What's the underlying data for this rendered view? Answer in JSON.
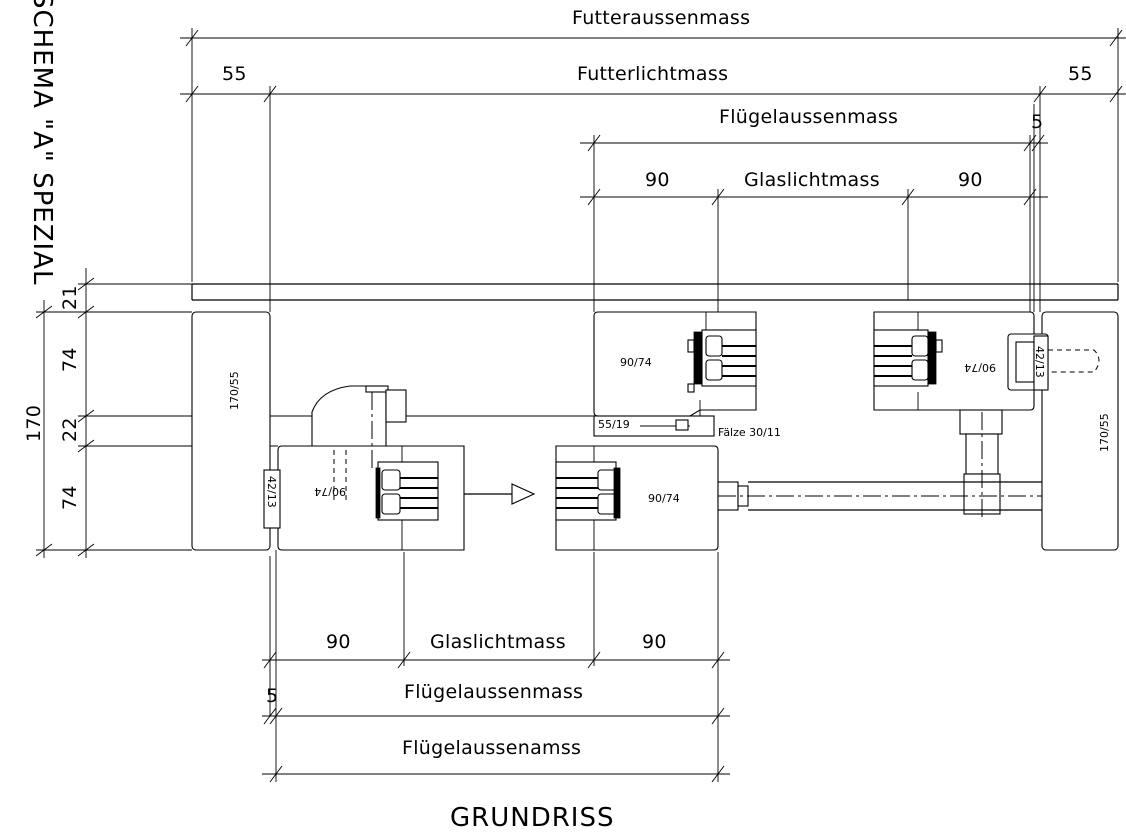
{
  "drawing": {
    "side_title": "SCHEMA \"A\" SPEZIAL",
    "bottom_title": "GRUNDRISS",
    "top_dims": {
      "futteraussenmass": "Futteraussenmass",
      "futterlichtmass": "Futterlichtmass",
      "left_55": "55",
      "right_55": "55",
      "fluegelaussenmass": "Flügelaussenmass",
      "gap_5": "5",
      "left_90": "90",
      "glaslichtmass": "Glaslichtmass",
      "right_90": "90"
    },
    "bottom_dims": {
      "left_90": "90",
      "glaslichtmass": "Glaslichtmass",
      "right_90": "90",
      "gap_5": "5",
      "fluegelaussenmass": "Flügelaussenmass",
      "fluegelaussenamss": "Flügelaussenamss"
    },
    "left_dims": {
      "total_170": "170",
      "d21": "21",
      "d74_top": "74",
      "d22": "22",
      "d74_bottom": "74"
    },
    "labels": {
      "frame_left": "170/55",
      "frame_right": "170/55",
      "sash_top": "90/74",
      "sash_top_right": "90/74",
      "sash_bottom_left": "90/74",
      "sash_bottom_mid": "90/74",
      "rebate": "55/19",
      "faelze": "Fälze 30/11",
      "fitting_left": "42/13",
      "fitting_right": "42/13"
    }
  }
}
